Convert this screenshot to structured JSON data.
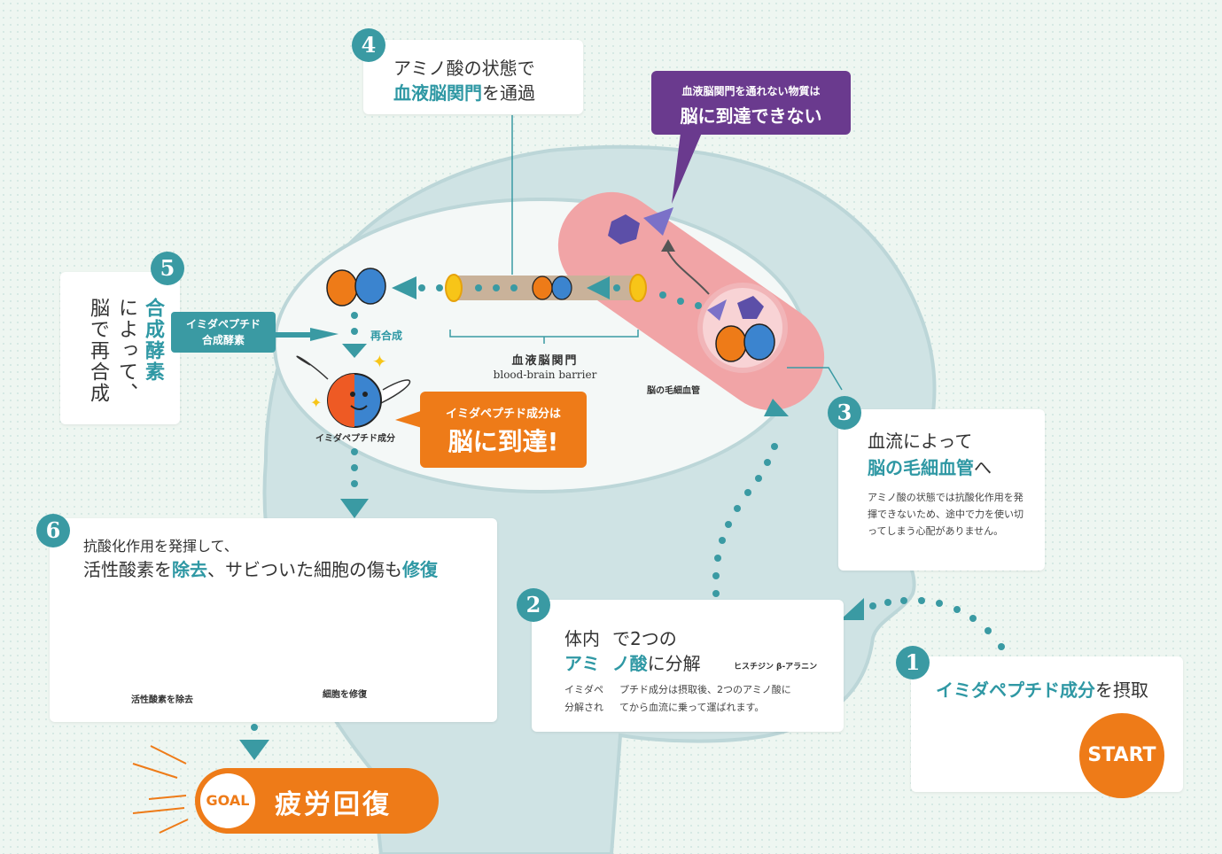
{
  "step1": {
    "number": "1",
    "text_em": "イミダペプチド成分",
    "text_rest": "を摂取",
    "start_label": "START"
  },
  "step2": {
    "number": "2",
    "line1_a": "体内",
    "line1_b": "で2つの",
    "line2_em1": "アミ",
    "line2_em2": "ノ酸",
    "line2_rest": "に分解",
    "desc_a": "イミダペ",
    "desc_b": "プチド成分は摂取後、2つのアミノ酸に",
    "desc_c": "分解され",
    "desc_d": "てから血流に乗って運ばれます。",
    "label_histidine": "ヒスチジン",
    "label_alanine": "β-アラニン"
  },
  "step3": {
    "number": "3",
    "line1": "血流によって",
    "line2_em": "脳の毛細血管",
    "line2_rest": "へ",
    "desc": "アミノ酸の状態では抗酸化作用を発揮できないため、途中で力を使い切ってしまう心配がありません。"
  },
  "step4": {
    "number": "4",
    "line1": "アミノ酸の状態で",
    "line2_em": "血液脳関門",
    "line2_rest": "を通過"
  },
  "step5": {
    "number": "5",
    "col1": "合成酵素",
    "col2": "によって、",
    "col3": "脳で再合成",
    "enzyme_line1": "イミダペプチド",
    "enzyme_line2": "合成酵素",
    "resynth_label": "再合成"
  },
  "step6": {
    "number": "6",
    "line1": "抗酸化作用を発揮して、",
    "line2_a": "活性酸素を",
    "line2_em1": "除去",
    "line2_b": "、サビついた細胞の傷も",
    "line2_em2": "修復",
    "label_remove": "活性酸素を除去",
    "label_repair": "細胞を修復"
  },
  "purple_bubble": {
    "line1": "血液脳関門を通れない物質は",
    "line2": "脳に到達できない"
  },
  "orange_bubble": {
    "line1": "イミダペプチド成分は",
    "line2": "脳に到達!"
  },
  "bbb_label_jp": "血液脳関門",
  "bbb_label_en": "blood-brain barrier",
  "capillary_label": "脳の毛細血管",
  "imidapeptide_label": "イミダペプチド成分",
  "goal": {
    "badge": "GOAL",
    "text": "疲労回復"
  },
  "colors": {
    "teal": "#3a9aa3",
    "orange": "#ee7b18",
    "purple": "#6a3a8e",
    "pink": "#f1a4a6",
    "head": "#cfe3e4"
  }
}
